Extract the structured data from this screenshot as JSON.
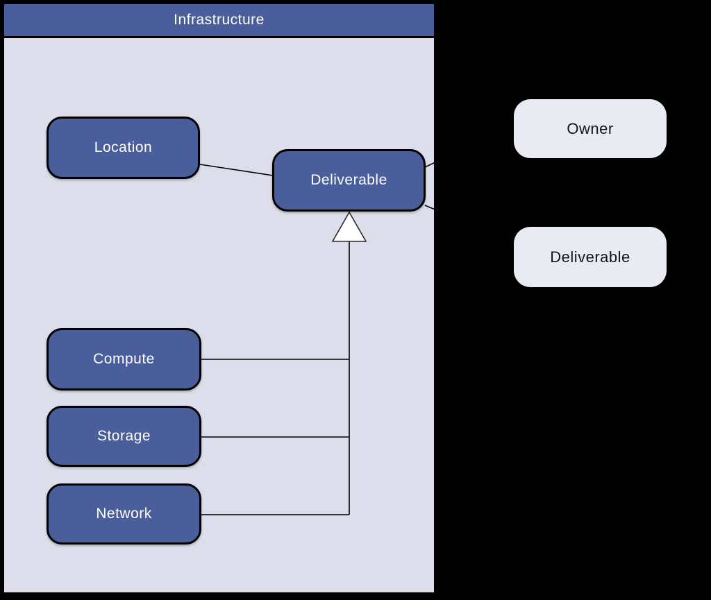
{
  "diagram": {
    "package": {
      "title": "Infrastructure"
    },
    "nodes": {
      "location": {
        "label": "Location"
      },
      "deliverable": {
        "label": "Deliverable"
      },
      "compute": {
        "label": "Compute"
      },
      "storage": {
        "label": "Storage"
      },
      "network": {
        "label": "Network"
      }
    },
    "external": {
      "owner": {
        "label": "Owner"
      },
      "deliverable": {
        "label": "Deliverable"
      }
    },
    "relationships": [
      {
        "from": "Location",
        "to": "Deliverable",
        "type": "association"
      },
      {
        "from": "Compute",
        "to": "Deliverable",
        "type": "generalization"
      },
      {
        "from": "Storage",
        "to": "Deliverable",
        "type": "generalization"
      },
      {
        "from": "Network",
        "to": "Deliverable",
        "type": "generalization"
      },
      {
        "from": "Deliverable",
        "to": "Owner",
        "type": "association-clipped"
      },
      {
        "from": "Deliverable",
        "to": "Deliverable (external)",
        "type": "association-clipped"
      }
    ],
    "colors": {
      "backdrop": "#000000",
      "header_fill": "#4a5e9b",
      "package_body_fill": "#dcdeeb",
      "node_fill": "#4a5e9b",
      "node_text": "#ffffff",
      "external_node_fill": "#e9ebf3",
      "external_node_text": "#14141e",
      "edge_stroke": "#000000"
    }
  }
}
